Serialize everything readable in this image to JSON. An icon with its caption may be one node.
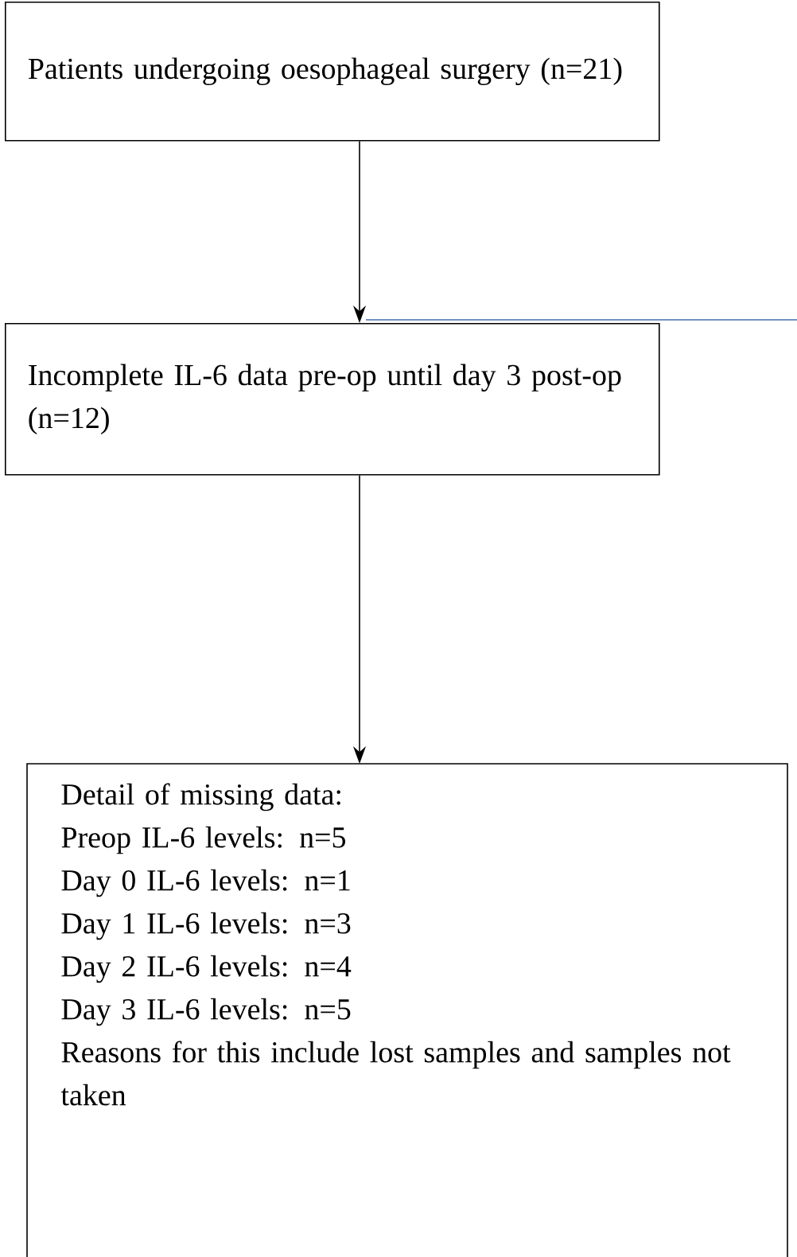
{
  "diagram": {
    "nodes": [
      {
        "text": [
          "Patients undergoing oesophageal surgery (n=21)"
        ]
      },
      {
        "text": [
          "Incomplete IL-6 data pre-op until day 3 post-op (n=12)"
        ]
      },
      {
        "text": [
          "Detail of missing data:",
          "Preop IL-6 levels: n=5",
          "Day 0 IL-6 levels: n=1",
          "Day 1 IL-6 levels: n=3",
          "Day 2 IL-6 levels: n=4",
          "Day 3 IL-6 levels: n=5",
          "Reasons for this include lost samples and samples not taken"
        ]
      }
    ],
    "edges": [
      {
        "from": 0,
        "to": 1,
        "arrow": "to"
      },
      {
        "from": 1,
        "to": 2,
        "arrow": "to"
      }
    ]
  }
}
